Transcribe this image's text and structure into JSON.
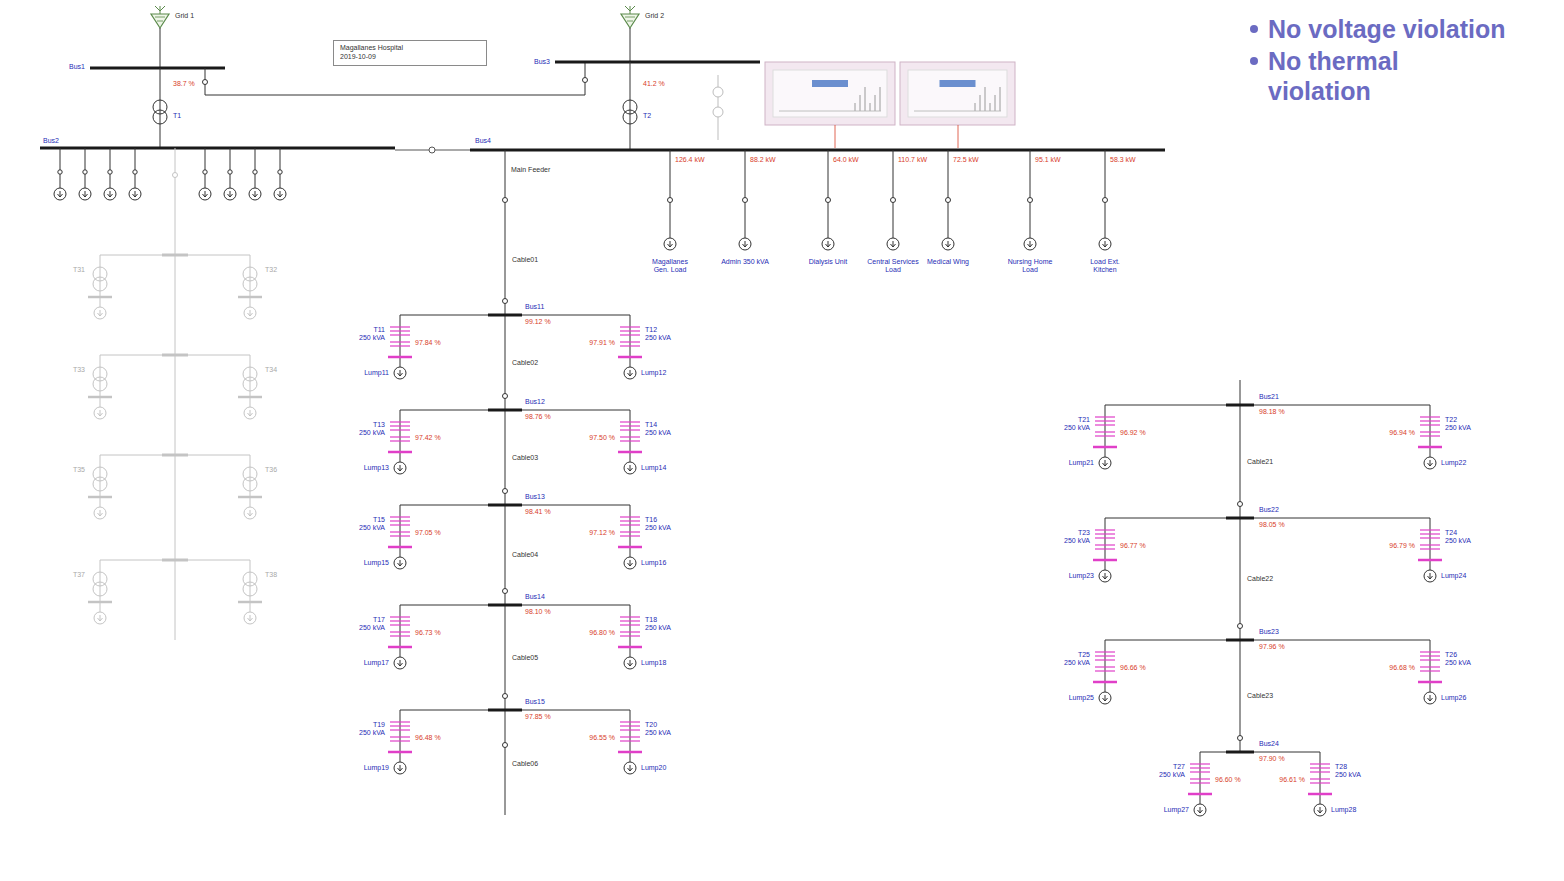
{
  "diagram": {
    "nodes": [
      {
        "text": [
          "Magallanes Hospital",
          "2019-10-09"
        ]
      }
    ],
    "labels": [
      "No voltage violation",
      "No thermal violation",
      "Grid 1",
      "Bus1",
      "T1",
      "Bus2",
      "38.7 %",
      "Grid 2",
      "Bus3",
      "T2",
      "Bus4",
      "41.2 %",
      "126.4 kW",
      "Magallanes Gen. Load",
      "88.2 kW",
      "Admin 350 kVA",
      "64.0 kW",
      "Dialysis Unit",
      "110.7 kW",
      "Central Services Load",
      "72.5 kW",
      "Medical Wing",
      "95.1 kW",
      "Nursing Home Load",
      "58.3 kW",
      "Load Ext. Kitchen",
      "Main Feeder",
      "Cable01",
      "Bus11",
      "99.12 %",
      "T11",
      "250 kVA",
      "97.84 %",
      "Lump11",
      "T12",
      "250 kVA",
      "97.91 %",
      "Lump12",
      "Cable02",
      "Bus12",
      "98.76 %",
      "T13",
      "250 kVA",
      "97.42 %",
      "Lump13",
      "T14",
      "250 kVA",
      "97.50 %",
      "Lump14",
      "Cable03",
      "Bus13",
      "98.41 %",
      "T15",
      "250 kVA",
      "97.05 %",
      "Lump15",
      "T16",
      "250 kVA",
      "97.12 %",
      "Lump16",
      "Cable04",
      "Bus14",
      "98.10 %",
      "T17",
      "250 kVA",
      "96.73 %",
      "Lump17",
      "T18",
      "250 kVA",
      "96.80 %",
      "Lump18",
      "Cable05",
      "Bus15",
      "97.85 %",
      "T19",
      "250 kVA",
      "96.48 %",
      "Lump19",
      "T20",
      "250 kVA",
      "96.55 %",
      "Lump20",
      "Cable06",
      "Bus21",
      "98.18 %",
      "T21",
      "250 kVA",
      "96.92 %",
      "Lump21",
      "T22",
      "250 kVA",
      "96.94 %",
      "Lump22",
      "Cable21",
      "Bus22",
      "98.05 %",
      "T23",
      "250 kVA",
      "96.77 %",
      "Lump23",
      "T24",
      "250 kVA",
      "96.79 %",
      "Lump24",
      "Cable22",
      "Bus23",
      "97.96 %",
      "T25",
      "250 kVA",
      "96.66 %",
      "Lump25",
      "T26",
      "250 kVA",
      "96.68 %",
      "Lump26",
      "Cable23",
      "Bus24",
      "97.90 %",
      "T27",
      "250 kVA",
      "96.60 %",
      "Lump27",
      "T28",
      "250 kVA",
      "96.61 %",
      "Lump28",
      "T31",
      "T32",
      "T33",
      "T34",
      "T35",
      "T36",
      "T37",
      "T38"
    ]
  }
}
